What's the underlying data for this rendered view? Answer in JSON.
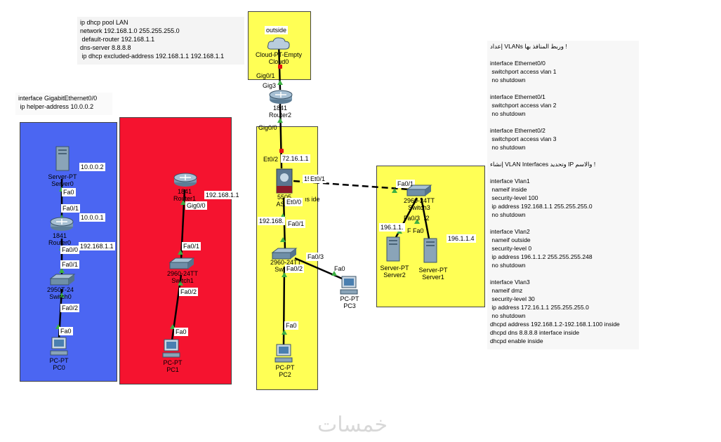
{
  "notes": {
    "dhcp_pool": "ip dhcp pool LAN\nnetwork 192.168.1.0 255.255.255.0\n default-router 192.168.1.1\ndns-server 8.8.8.8\n ip dhcp excluded-address 192.168.1.1 192.168.1.1",
    "helper": "interface GigabitEthernet0/0\n ip helper-address 10.0.0.2",
    "asa_config": "إعداد VLANs وربط المنافذ بها !\n\ninterface Ethernet0/0\n switchport access vlan 1\n no shutdown\n\ninterface Ethernet0/1\n switchport access vlan 2\n no shutdown\n\ninterface Ethernet0/2\n switchport access vlan 3\n no shutdown\n\nإنشاء VLAN Interfaces وتحديد IP والاسم !\n\ninterface Vlan1\n nameif inside\n security-level 100\n ip address 192.168.1.1 255.255.255.0\n no shutdown\n\ninterface Vlan2\n nameif outside\n security-level 0\n ip address 196.1.1.2 255.255.255.248\n no shutdown\n\ninterface Vlan3\n nameif dmz\n security-level 30\n ip address 172.16.1.1 255.255.255.0\n no shutdown\ndhcpd address 192.168.1.2-192.168.1.100 inside\ndhcpd dns 8.8.8.8 interface inside\ndhcpd enable inside"
  },
  "colors": {
    "blue_area": "#4b66f2",
    "red_area": "#f5132f",
    "yellow_area": "#ffff55",
    "link": "#000000",
    "port_ok": "#3cb043",
    "port_down": "#e01010"
  },
  "devices": {
    "server0": {
      "type": "Server-PT",
      "name": "Server0"
    },
    "router0": {
      "type": "1841",
      "name": "Router0"
    },
    "switch0": {
      "type": "2950T-24",
      "name": "Switch0"
    },
    "pc0": {
      "type": "PC-PT",
      "name": "PC0"
    },
    "router1": {
      "type": "1841",
      "name": "Router1"
    },
    "switch1": {
      "type": "2960-24TT",
      "name": "Switch1"
    },
    "pc1": {
      "type": "PC-PT",
      "name": "PC1"
    },
    "cloud0": {
      "type": "Cloud-PT-Empty",
      "name": "Cloud0",
      "label": "outside"
    },
    "router2": {
      "type": "1841",
      "name": "Router2"
    },
    "asa0": {
      "type": "5505",
      "name": "ASA0"
    },
    "switch2": {
      "type": "2960-24TT",
      "name": "Switch2"
    },
    "pc2": {
      "type": "PC-PT",
      "name": "PC2"
    },
    "pc3": {
      "type": "PC-PT",
      "name": "PC3"
    },
    "switch3": {
      "type": "2960-24TT",
      "name": "Switch3"
    },
    "server2": {
      "type": "Server-PT",
      "name": "Server2"
    },
    "server1": {
      "type": "Server-PT",
      "name": "Server1"
    }
  },
  "ports": {
    "s0_fa0": "Fa0",
    "r0_fa01": "Fa0/1",
    "r0_fa00": "Fa0/0",
    "sw0_fa01": "Fa0/1",
    "sw0_fa02": "Fa0/2",
    "pc0_fa0": "Fa0",
    "r1_gig00": "Gig0/0",
    "sw1_fa01": "Fa0/1",
    "sw1_fa02": "Fa0/2",
    "pc1_fa0": "Fa0",
    "cloud_gig01": "Gig0/1",
    "r2_gig3": "Gig3",
    "r2_gig00": "Gig0/0",
    "asa_et02": "Et0/2",
    "asa_et01": "Et0/1",
    "asa_et00": "Et0/0",
    "sw2_fa01": "Fa0/1",
    "sw2_fa03": "Fa0/3",
    "sw2_fa02": "Fa0/2",
    "pc2_fa0": "Fa0",
    "pc3_fa0": "Fa0",
    "sw3_fa01": "Fa0/1",
    "sw3_fa03": "Fa0/3",
    "sw3_fa02": "/2",
    "srv2_fa0": "F Fa0"
  },
  "ips": {
    "s0_ip": "10.0.0.2",
    "r0_left": "10.0.0.1",
    "r0_right": "192.168.1.1",
    "r1_ip": "192.168.1.1",
    "asa_dmz": "72.16.1.1",
    "asa_outside": "15",
    "asa_inside": "192.168.",
    "asa_inside_lbl": "ıs ide",
    "srv2_ip": "196.1.1.",
    "srv1_ip": "196.1.1.4"
  },
  "watermark": "خمسات"
}
